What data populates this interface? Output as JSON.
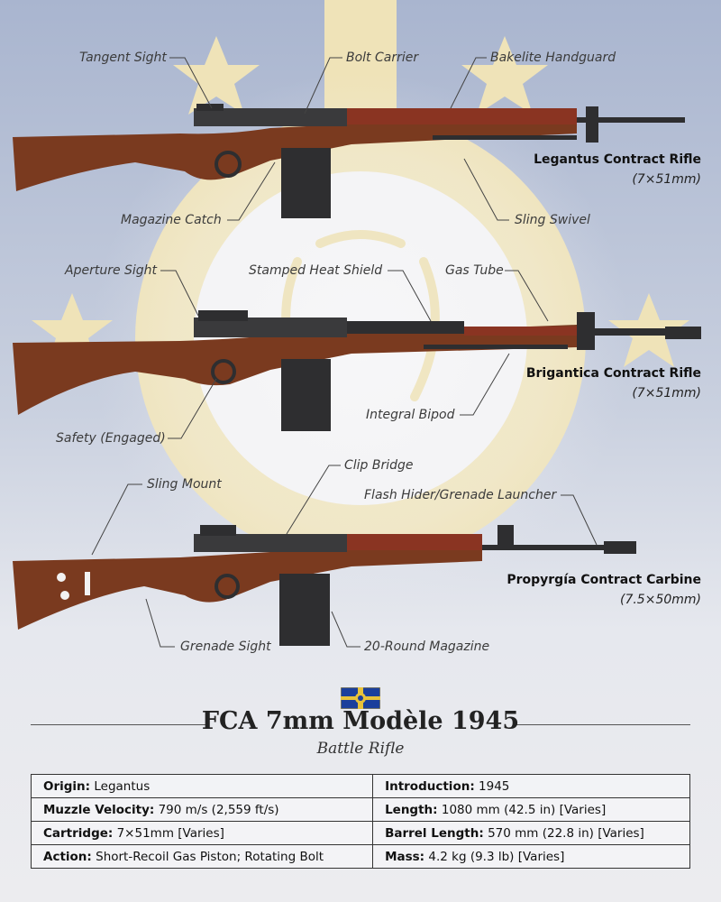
{
  "colors": {
    "background_top": "#a9b5cf",
    "background_bottom": "#ececef",
    "emblem_gold": "#efe3b8",
    "wood": "#7a3a1f",
    "metal": "#2e2e30",
    "flag_blue": "#1b3f9c",
    "flag_gold": "#e8c23a"
  },
  "rifles": [
    {
      "name": "Legantus Contract Rifle",
      "caliber": "(7×51mm)",
      "callouts": [
        "Tangent Sight",
        "Bolt Carrier",
        "Bakelite Handguard",
        "Magazine Catch",
        "Sling Swivel"
      ]
    },
    {
      "name": "Brigantica Contract Rifle",
      "caliber": "(7×51mm)",
      "callouts": [
        "Aperture Sight",
        "Stamped Heat Shield",
        "Gas Tube",
        "Safety (Engaged)",
        "Integral Bipod"
      ]
    },
    {
      "name": "Propyrgía Contract Carbine",
      "caliber": "(7.5×50mm)",
      "callouts": [
        "Sling Mount",
        "Clip Bridge",
        "Flash Hider/Grenade Launcher",
        "Grenade Sight",
        "20-Round Magazine"
      ]
    }
  ],
  "title": "FCA 7mm Modèle 1945",
  "subtitle": "Battle Rifle",
  "specs": [
    [
      {
        "label": "Origin:",
        "value": "Legantus"
      },
      {
        "label": "Introduction:",
        "value": "1945"
      }
    ],
    [
      {
        "label": "Muzzle Velocity:",
        "value": "790 m/s (2,559 ft/s)"
      },
      {
        "label": "Length:",
        "value": "1080 mm (42.5 in) [Varies]"
      }
    ],
    [
      {
        "label": "Cartridge:",
        "value": "7×51mm [Varies]"
      },
      {
        "label": "Barrel Length:",
        "value": "570 mm (22.8 in) [Varies]"
      }
    ],
    [
      {
        "label": "Action:",
        "value": "Short-Recoil Gas Piston; Rotating Bolt"
      },
      {
        "label": "Mass:",
        "value": "4.2 kg (9.3 lb) [Varies]"
      }
    ]
  ]
}
